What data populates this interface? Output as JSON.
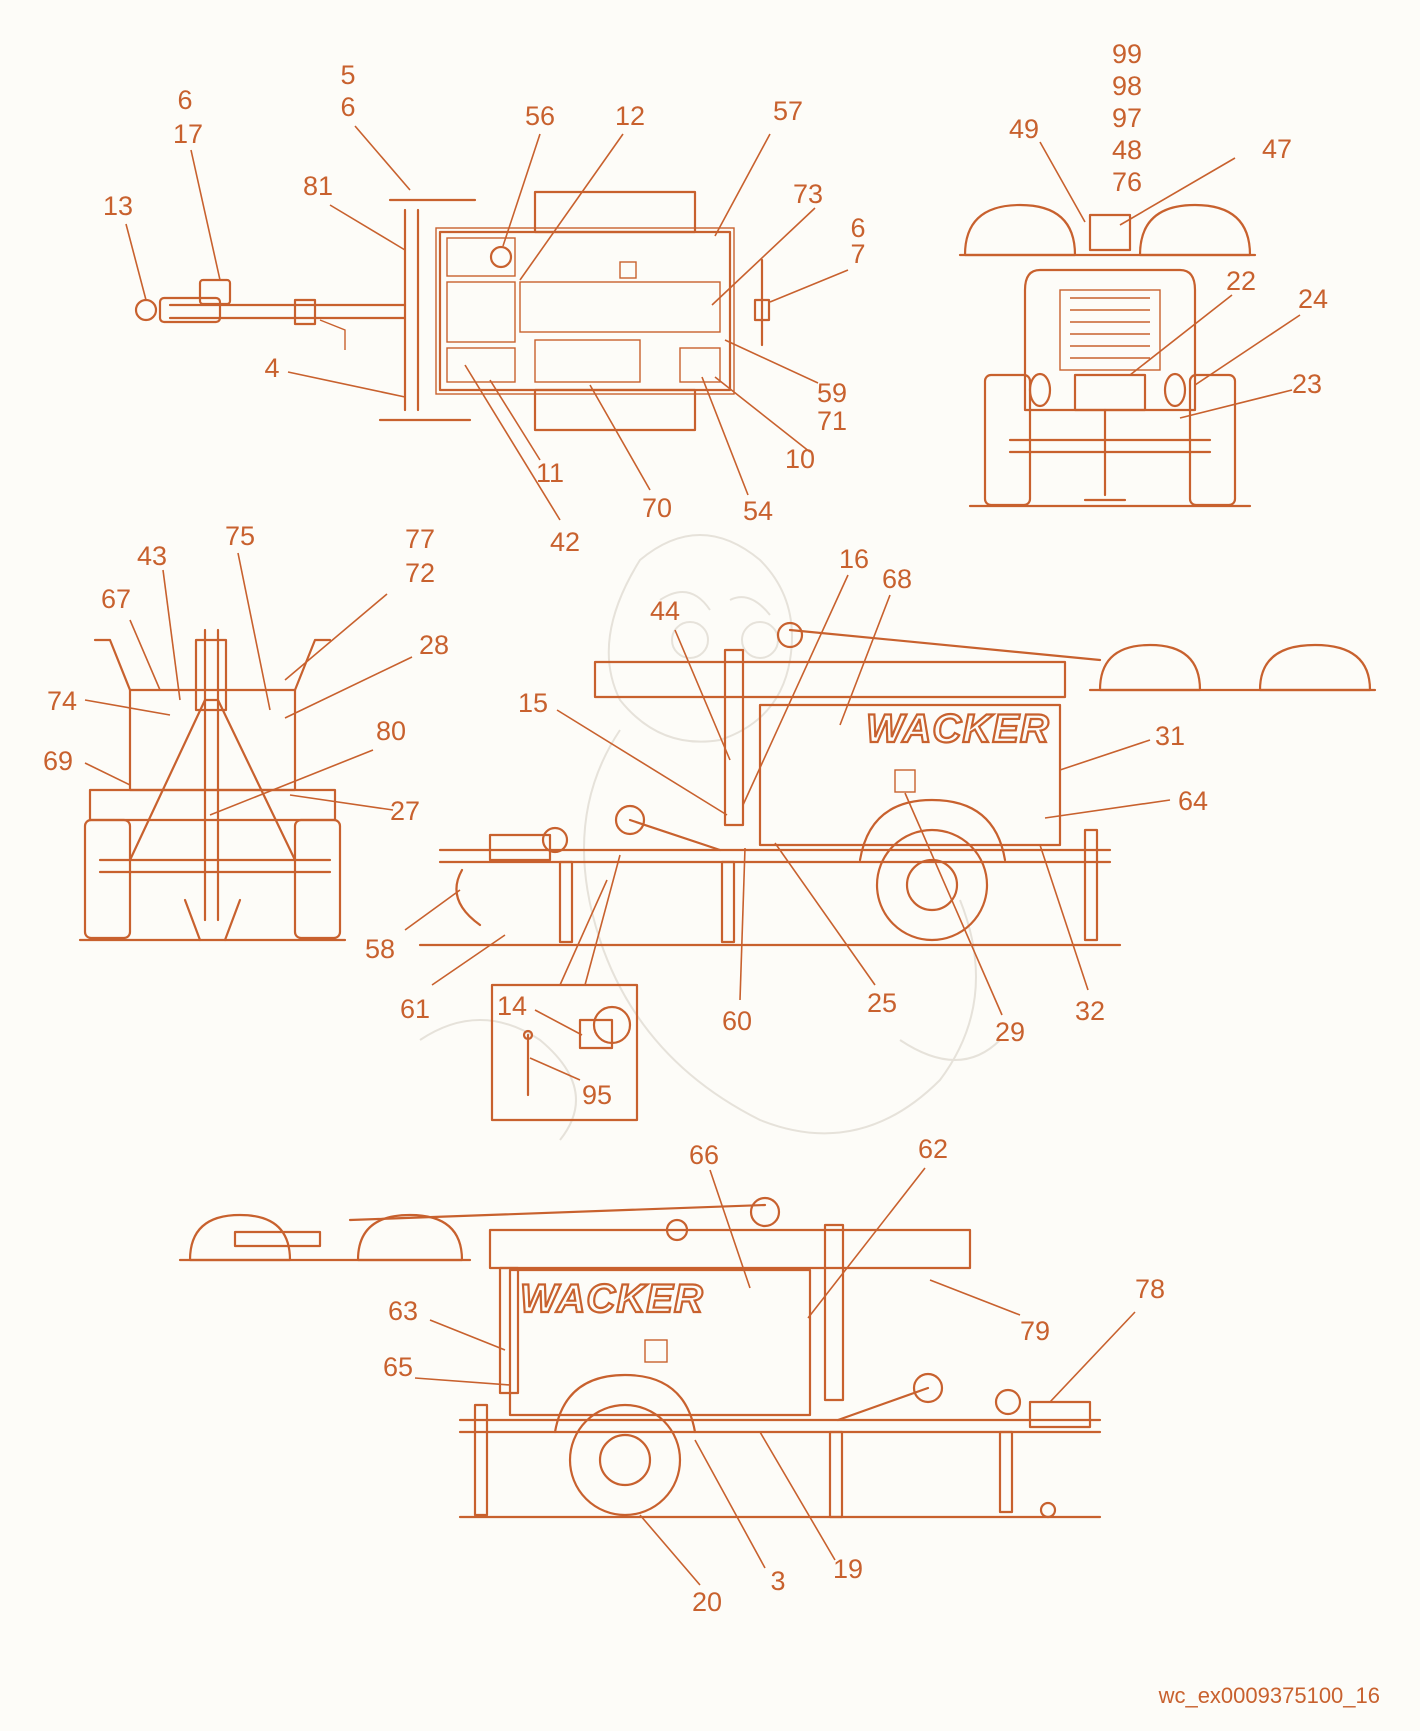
{
  "brand_text": "WACKER",
  "document_ref": "wc_ex0009375100_16",
  "colors": {
    "line": "#c8612e",
    "background": "#fdfcf8"
  },
  "views": {
    "top": {
      "callouts": [
        "5",
        "6",
        "6",
        "17",
        "13",
        "81",
        "56",
        "12",
        "57",
        "73",
        "6",
        "7",
        "4",
        "59",
        "71",
        "10",
        "11",
        "70",
        "54",
        "42"
      ]
    },
    "rear": {
      "callouts": [
        "99",
        "98",
        "97",
        "48",
        "76",
        "49",
        "47",
        "22",
        "24",
        "23"
      ]
    },
    "front": {
      "callouts": [
        "43",
        "75",
        "77",
        "72",
        "67",
        "28",
        "74",
        "80",
        "69",
        "27"
      ]
    },
    "side_left": {
      "callouts": [
        "16",
        "68",
        "44",
        "15",
        "31",
        "64",
        "58",
        "61",
        "60",
        "25",
        "29",
        "32"
      ]
    },
    "detail": {
      "callouts": [
        "14",
        "95"
      ]
    },
    "side_right": {
      "callouts": [
        "66",
        "62",
        "79",
        "78",
        "63",
        "65",
        "20",
        "3",
        "19"
      ]
    }
  }
}
